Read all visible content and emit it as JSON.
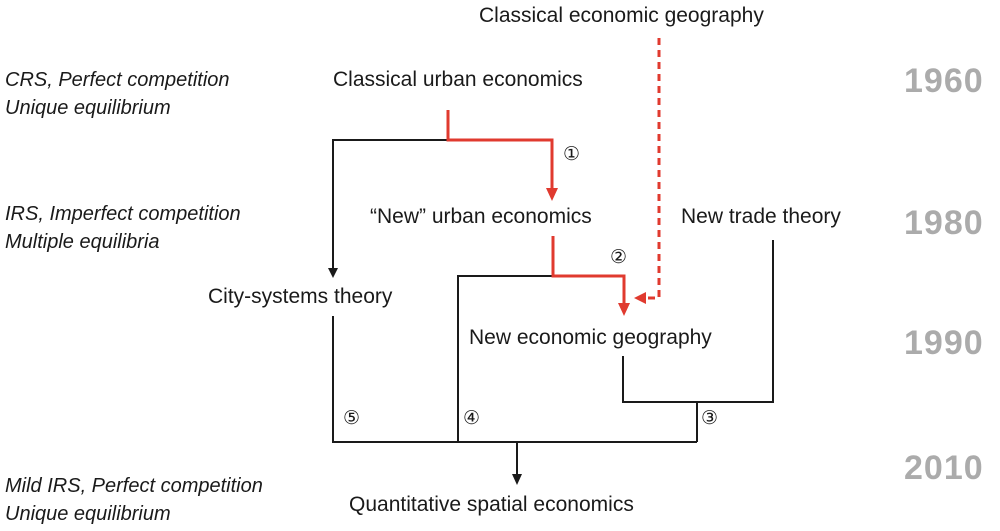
{
  "nodes": {
    "classical_econ_geo": "Classical economic geography",
    "classical_urban": "Classical urban economics",
    "new_urban": "“New” urban economics",
    "new_trade": "New trade theory",
    "city_systems": "City-systems theory",
    "new_econ_geo": "New economic geography",
    "quantitative_spatial": "Quantitative spatial economics"
  },
  "assumptions": {
    "era_1960": [
      "CRS, Perfect competition",
      "Unique equilibrium"
    ],
    "era_1980": [
      "IRS, Imperfect competition",
      "Multiple equilibria"
    ],
    "era_2010": [
      "Mild IRS, Perfect competition",
      "Unique equilibrium"
    ]
  },
  "years": [
    "1960",
    "1980",
    "1990",
    "2010"
  ],
  "markers": [
    "①",
    "②",
    "③",
    "④",
    "⑤"
  ],
  "colors": {
    "highlight": "#e03a2f",
    "line": "#1a1a1a",
    "year": "#ababab"
  }
}
